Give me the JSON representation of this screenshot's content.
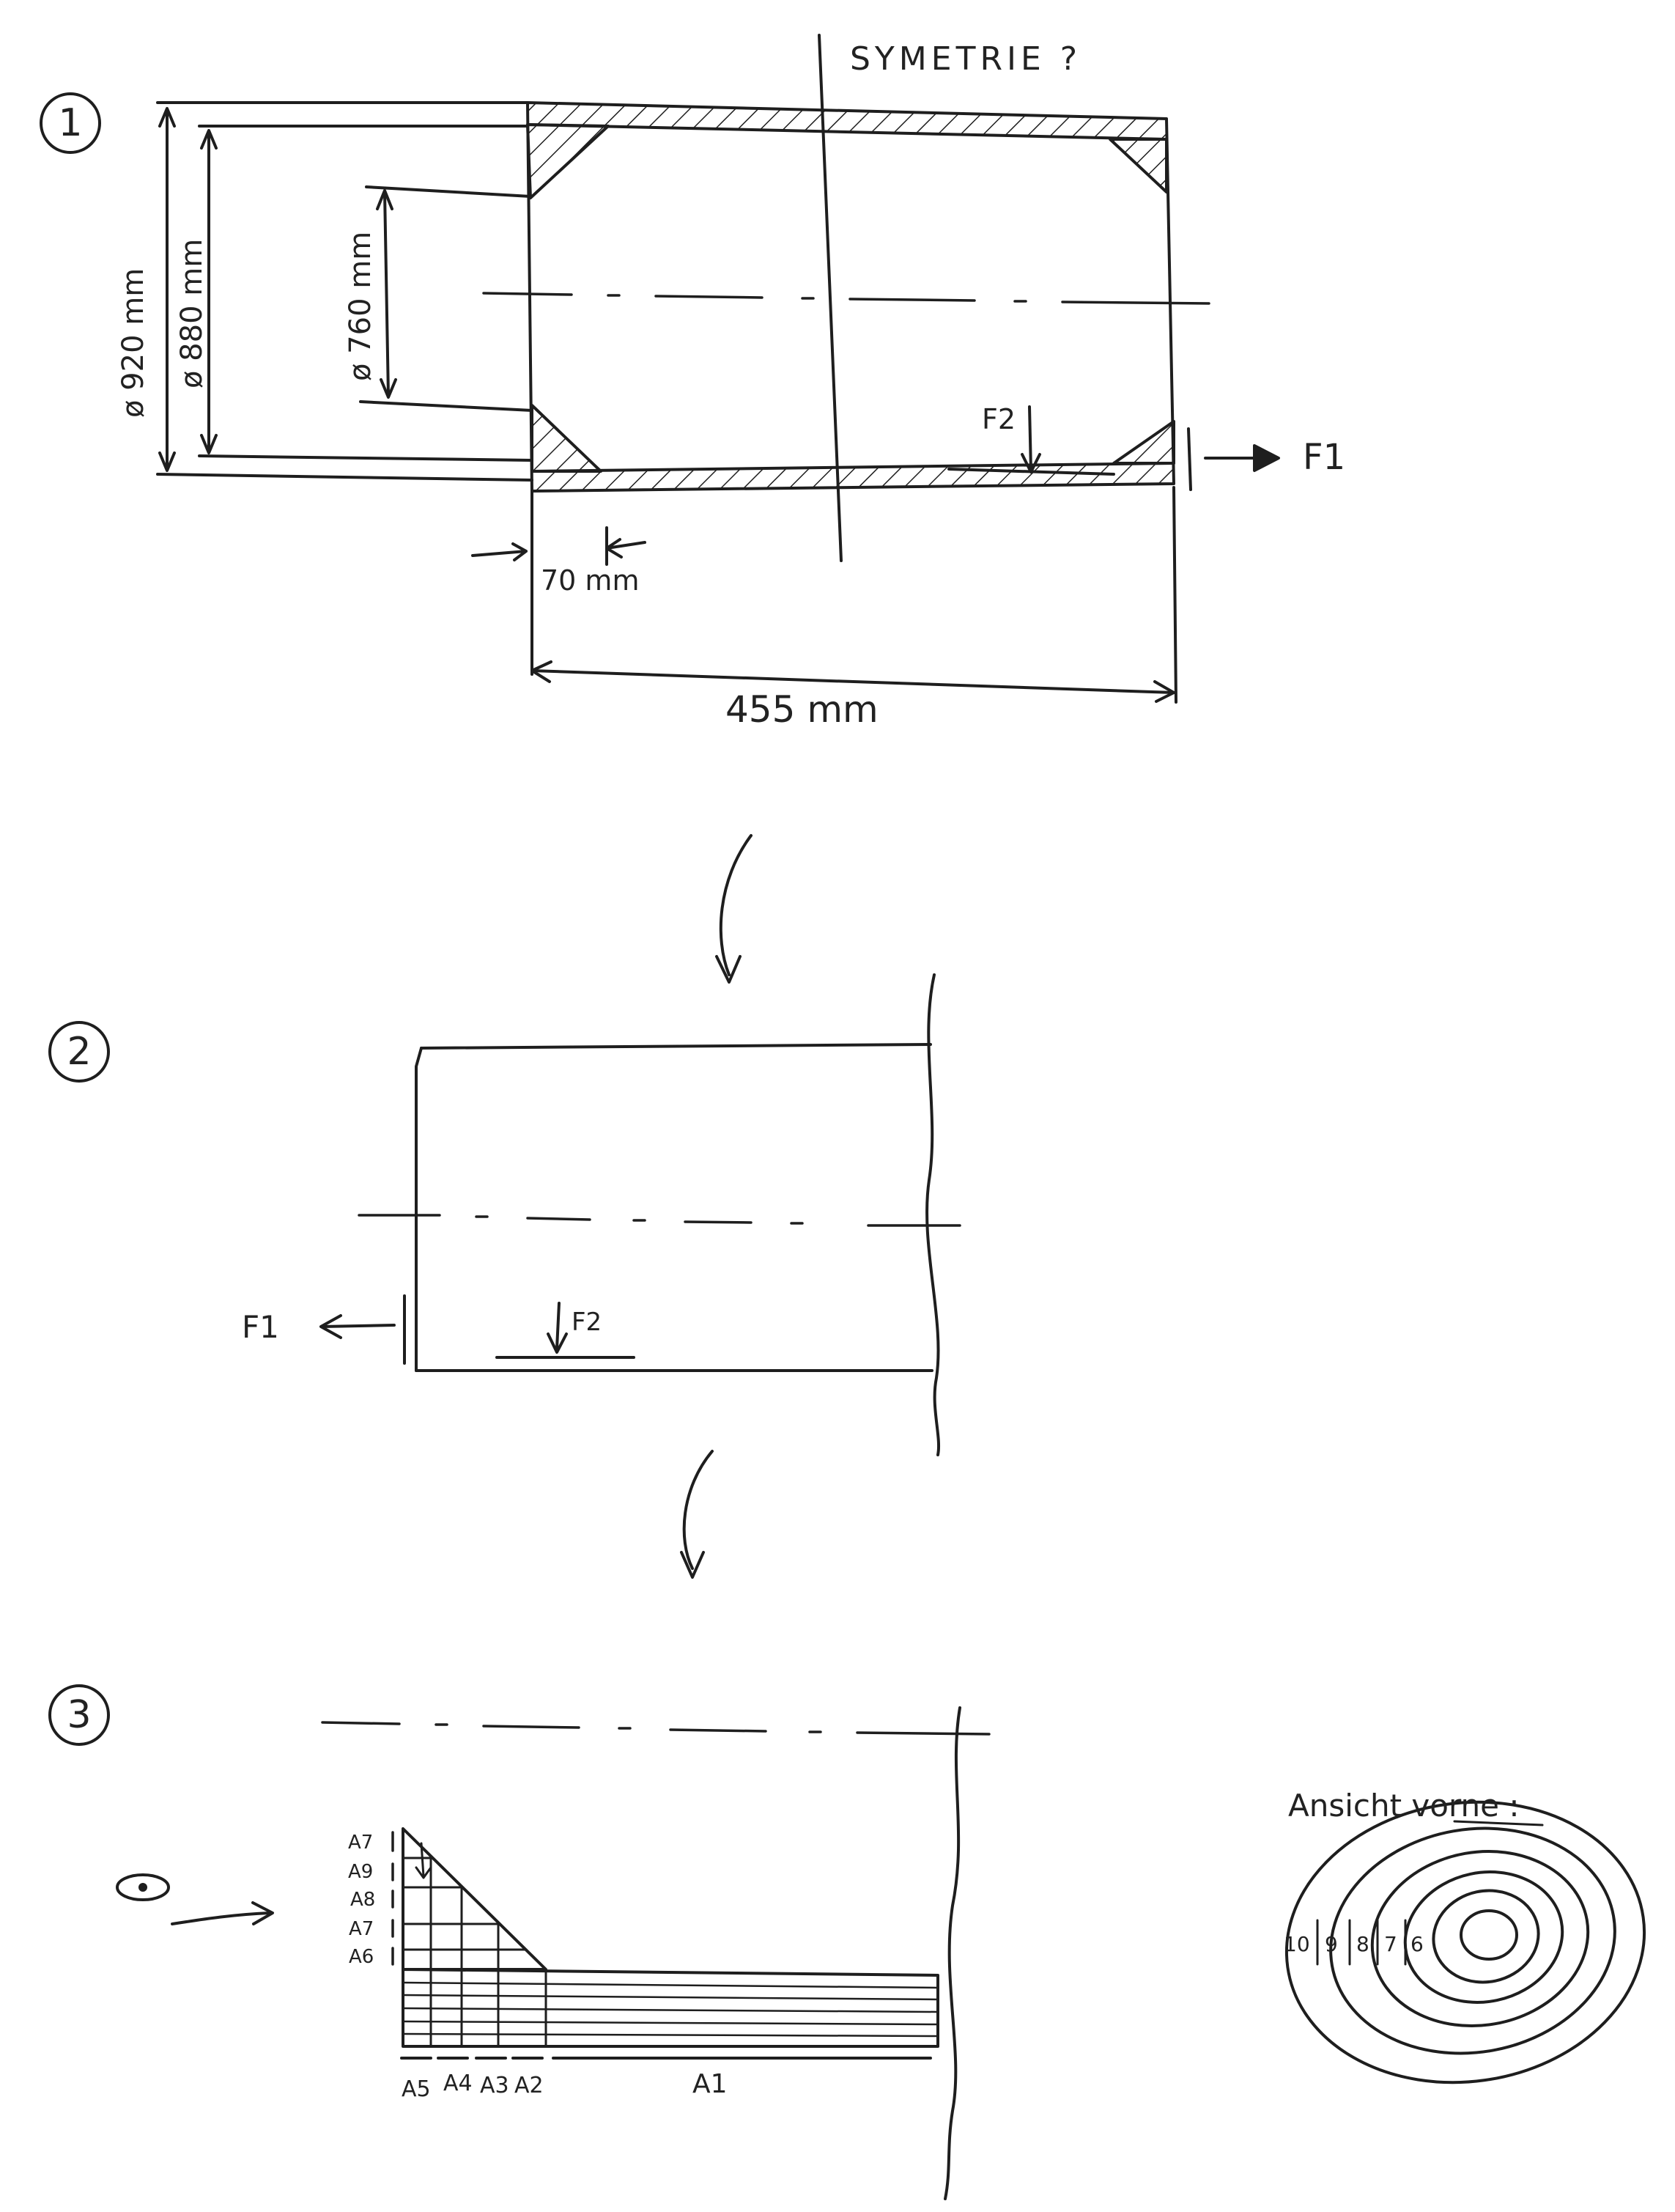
{
  "step1": {
    "circle_num": "1",
    "symmetry_note": "SYMETRIE ?",
    "dia_outer": "ø 920 mm",
    "dia_mid": "ø 880 mm",
    "dia_inner": "ø 760 mm",
    "dim_70": "70 mm",
    "dim_455": "455 mm",
    "force_f1": "F1",
    "force_f2": "F2"
  },
  "step2": {
    "circle_num": "2",
    "force_f1": "F1",
    "force_f2": "F2"
  },
  "step3": {
    "circle_num": "3",
    "eye_symbol": "⊙",
    "left_labels": [
      "A7",
      "A9",
      "A8",
      "A7",
      "A6"
    ],
    "bottom_labels": [
      "A5",
      "A4",
      "A3",
      "A2"
    ],
    "label_a1": "A1",
    "front_view_title": "Ansicht vorne :",
    "ring_labels": [
      "10",
      "9",
      "8",
      "7",
      "6"
    ]
  },
  "colors": {
    "ink": "#1e1e1e",
    "paper": "#ffffff"
  }
}
